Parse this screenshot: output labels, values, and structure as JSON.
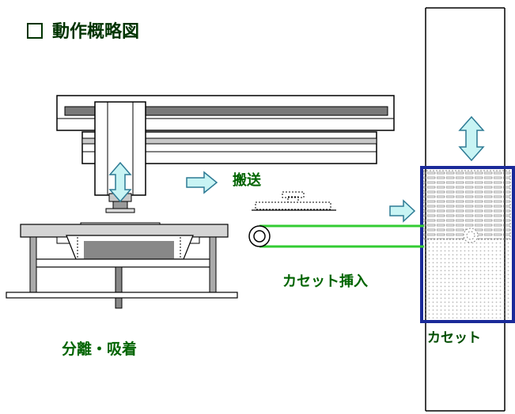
{
  "title": {
    "text": "動作概略図"
  },
  "labels": {
    "transport": "搬送",
    "cassette_insert": "カセット挿入",
    "separation_suction": "分離・吸着",
    "cassette": "カセット"
  },
  "colors": {
    "label_text": "#006400",
    "arrow_fill": "#c8f4f4",
    "arrow_stroke": "#2d7a94",
    "conveyor_line": "#33cc33",
    "cassette_frame": "#1a2a99",
    "machine_gray": "#8a8a8a",
    "machine_light": "#d0d0d0"
  },
  "icons": {
    "title_marker": "hollow-square-icon",
    "vertical_arrow": "double-headed-vertical-arrow-icon",
    "right_arrow": "right-arrow-icon"
  }
}
